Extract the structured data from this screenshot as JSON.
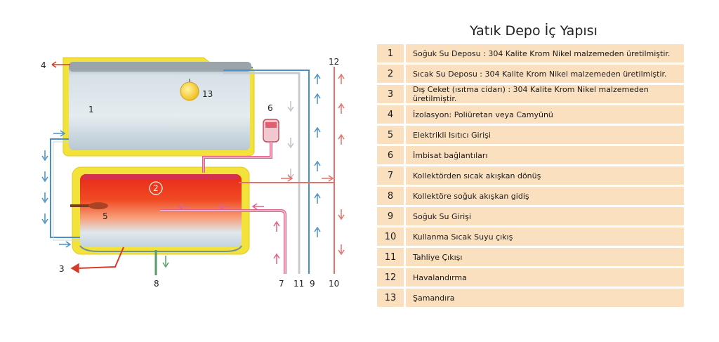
{
  "title": "Yatık Depo İç Yapısı",
  "legend": [
    {
      "num": "1",
      "text": "Soğuk Su Deposu : 304 Kalite Krom Nikel malzemeden üretilmiştir."
    },
    {
      "num": "2",
      "text": "Sıcak Su Deposu : 304 Kalite Krom Nikel malzemeden üretilmiştir."
    },
    {
      "num": "3",
      "text": "Dış Ceket (ısıtma cidarı) : 304 Kalite Krom Nikel malzemeden üretilmiştir."
    },
    {
      "num": "4",
      "text": "İzolasyon: Poliüretan veya Camyünü"
    },
    {
      "num": "5",
      "text": "Elektrikli Isıtıcı Girişi"
    },
    {
      "num": "6",
      "text": "İmbisat bağlantıları"
    },
    {
      "num": "7",
      "text": "Kollektörden sıcak akışkan dönüş"
    },
    {
      "num": "8",
      "text": "Kollektöre soğuk akışkan gidiş"
    },
    {
      "num": "9",
      "text": "Soğuk Su Girişi"
    },
    {
      "num": "10",
      "text": "Kullanma Sıcak Suyu çıkış"
    },
    {
      "num": "11",
      "text": "Tahliye Çıkışı"
    },
    {
      "num": "12",
      "text": "Havalandırma"
    },
    {
      "num": "13",
      "text": "Şamandıra"
    }
  ],
  "diagram_labels": {
    "l1": "1",
    "l2": "2",
    "l3": "3",
    "l4": "4",
    "l5": "5",
    "l6": "6",
    "l7": "7",
    "l8": "8",
    "l9": "9",
    "l10": "10",
    "l11": "11",
    "l12": "12",
    "l13": "13"
  },
  "colors": {
    "insulation": "#f3e23a",
    "cold_water": "#c8d8e0",
    "hot_water": "#e83a1e",
    "pipe_cold": "#4a90c8",
    "pipe_hot": "#e8706a",
    "pipe_pink": "#e0608a",
    "pipe_green": "#5a9a6a",
    "arrow_red": "#d63a2a",
    "legend_bg": "#fbe0c0"
  }
}
